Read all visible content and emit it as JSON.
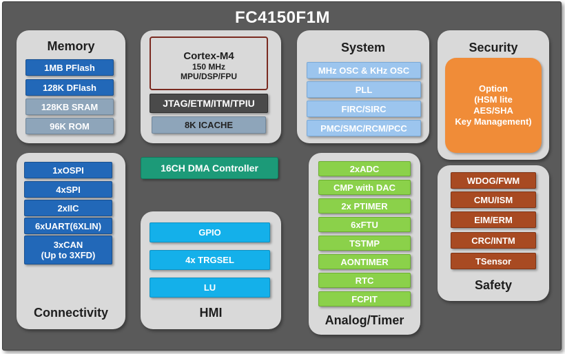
{
  "title": "FC4150F1M",
  "memory": {
    "title": "Memory",
    "items": [
      "1MB PFlash",
      "128K  DFlash",
      "128KB SRAM",
      "96K ROM"
    ]
  },
  "core": {
    "name": "Cortex-M4",
    "freq": "150 MHz",
    "features": "MPU/DSP/FPU",
    "debug": "JTAG/ETM/ITM/TPIU",
    "cache": "8K ICACHE"
  },
  "dma": {
    "label": "16CH DMA Controller"
  },
  "system": {
    "title": "System",
    "items": [
      "MHz OSC & KHz OSC",
      "PLL",
      "FIRC/SIRC",
      "PMC/SMC/RCM/PCC"
    ]
  },
  "security": {
    "title": "Security",
    "option_lines": [
      "Option",
      "(HSM lite",
      "AES/SHA",
      "Key Management)"
    ]
  },
  "connectivity": {
    "title": "Connectivity",
    "items": [
      "1xOSPI",
      "4xSPI",
      "2xIIC",
      "6xUART(6XLIN)"
    ],
    "can_lines": [
      "3xCAN",
      "(Up to 3XFD)"
    ]
  },
  "hmi": {
    "title": "HMI",
    "items": [
      "GPIO",
      "4x TRGSEL",
      "LU"
    ]
  },
  "analog": {
    "title": "Analog/Timer",
    "items": [
      "2xADC",
      "CMP with DAC",
      "2x PTIMER",
      "6xFTU",
      "TSTMP",
      "AONTIMER",
      "RTC",
      "FCPIT"
    ]
  },
  "safety": {
    "title": "Safety",
    "items": [
      "WDOG/FWM",
      "CMU/ISM",
      "EIM/ERM",
      "CRC/INTM",
      "TSensor"
    ]
  },
  "colors": {
    "chip_bg": "#5a5a5a",
    "panel_bg": "#d9d9d9",
    "memory_blue": "#2268b8",
    "hmi_cyan": "#14b0ea",
    "analog_green": "#8bd14a",
    "safety_rust": "#a84a22",
    "security_orange": "#f08c38",
    "dma_teal": "#1c9a78"
  }
}
